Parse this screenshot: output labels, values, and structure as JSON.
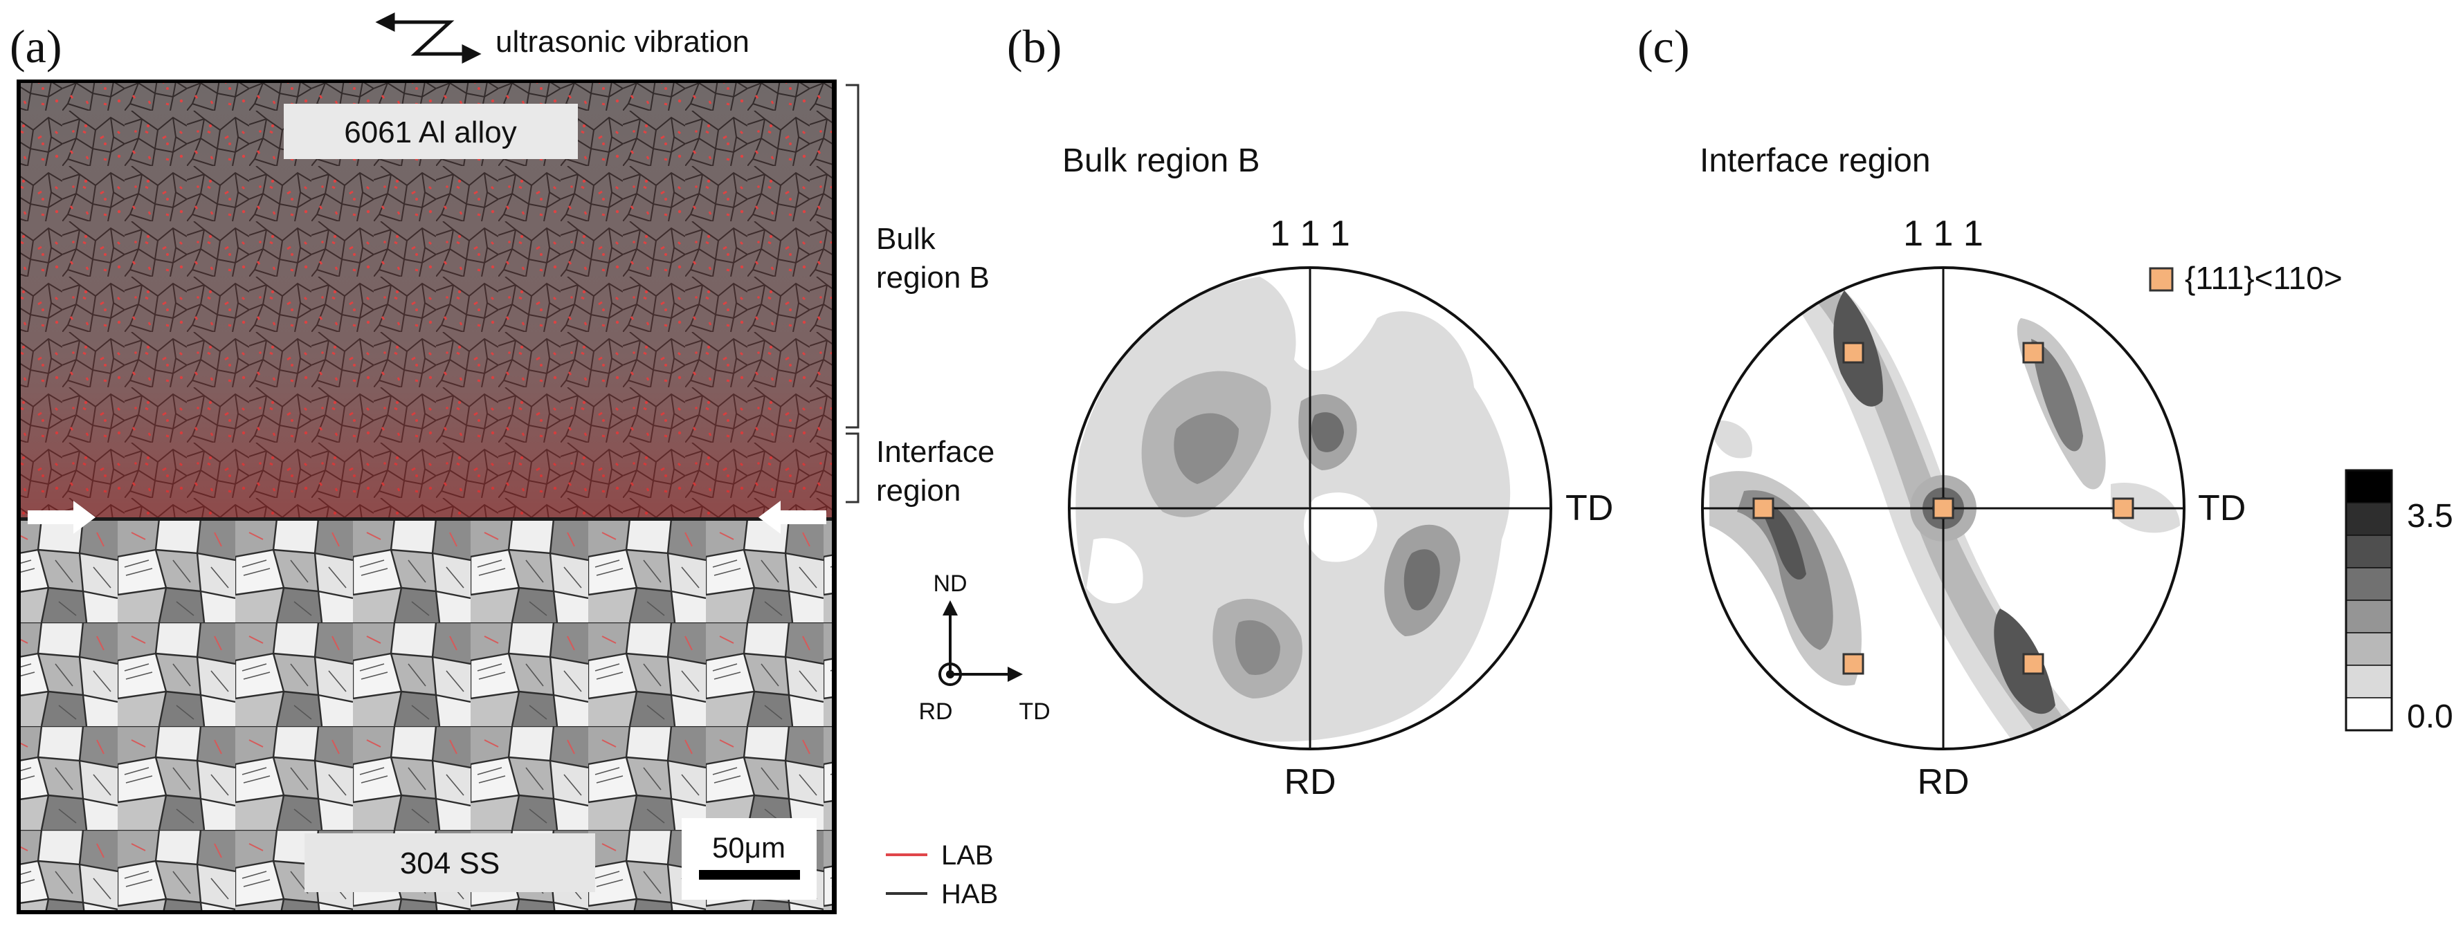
{
  "panels": {
    "a": {
      "label": "(a)",
      "vibration_label": "ultrasonic vibration",
      "top_material": "6061 Al alloy",
      "bottom_material": "304 SS",
      "scale_bar": "50μm",
      "bracket_labels": {
        "bulk_line1": "Bulk",
        "bulk_line2": "region B",
        "interface_line1": "Interface",
        "interface_line2": "region"
      },
      "axes": {
        "nd": "ND",
        "rd": "RD",
        "td": "TD"
      },
      "legend": [
        {
          "label": "LAB",
          "color": "#e0464a"
        },
        {
          "label": "HAB",
          "color": "#333333"
        }
      ]
    },
    "b": {
      "label": "(b)",
      "title": "Bulk region B",
      "pole": "1 1 1",
      "right_axis": "TD",
      "bottom_axis": "RD"
    },
    "c": {
      "label": "(c)",
      "title": "Interface region",
      "pole": "1 1 1",
      "right_axis": "TD",
      "bottom_axis": "RD",
      "marker_legend": "{111}<110>",
      "marker_color": "#f5b27a"
    }
  },
  "colorbar": {
    "max_label": "3.5",
    "min_label": "0.0",
    "levels": [
      "#000000",
      "#2e2e2e",
      "#4f4f4f",
      "#717171",
      "#959595",
      "#b8b8b8",
      "#dadada",
      "#ffffff"
    ]
  }
}
